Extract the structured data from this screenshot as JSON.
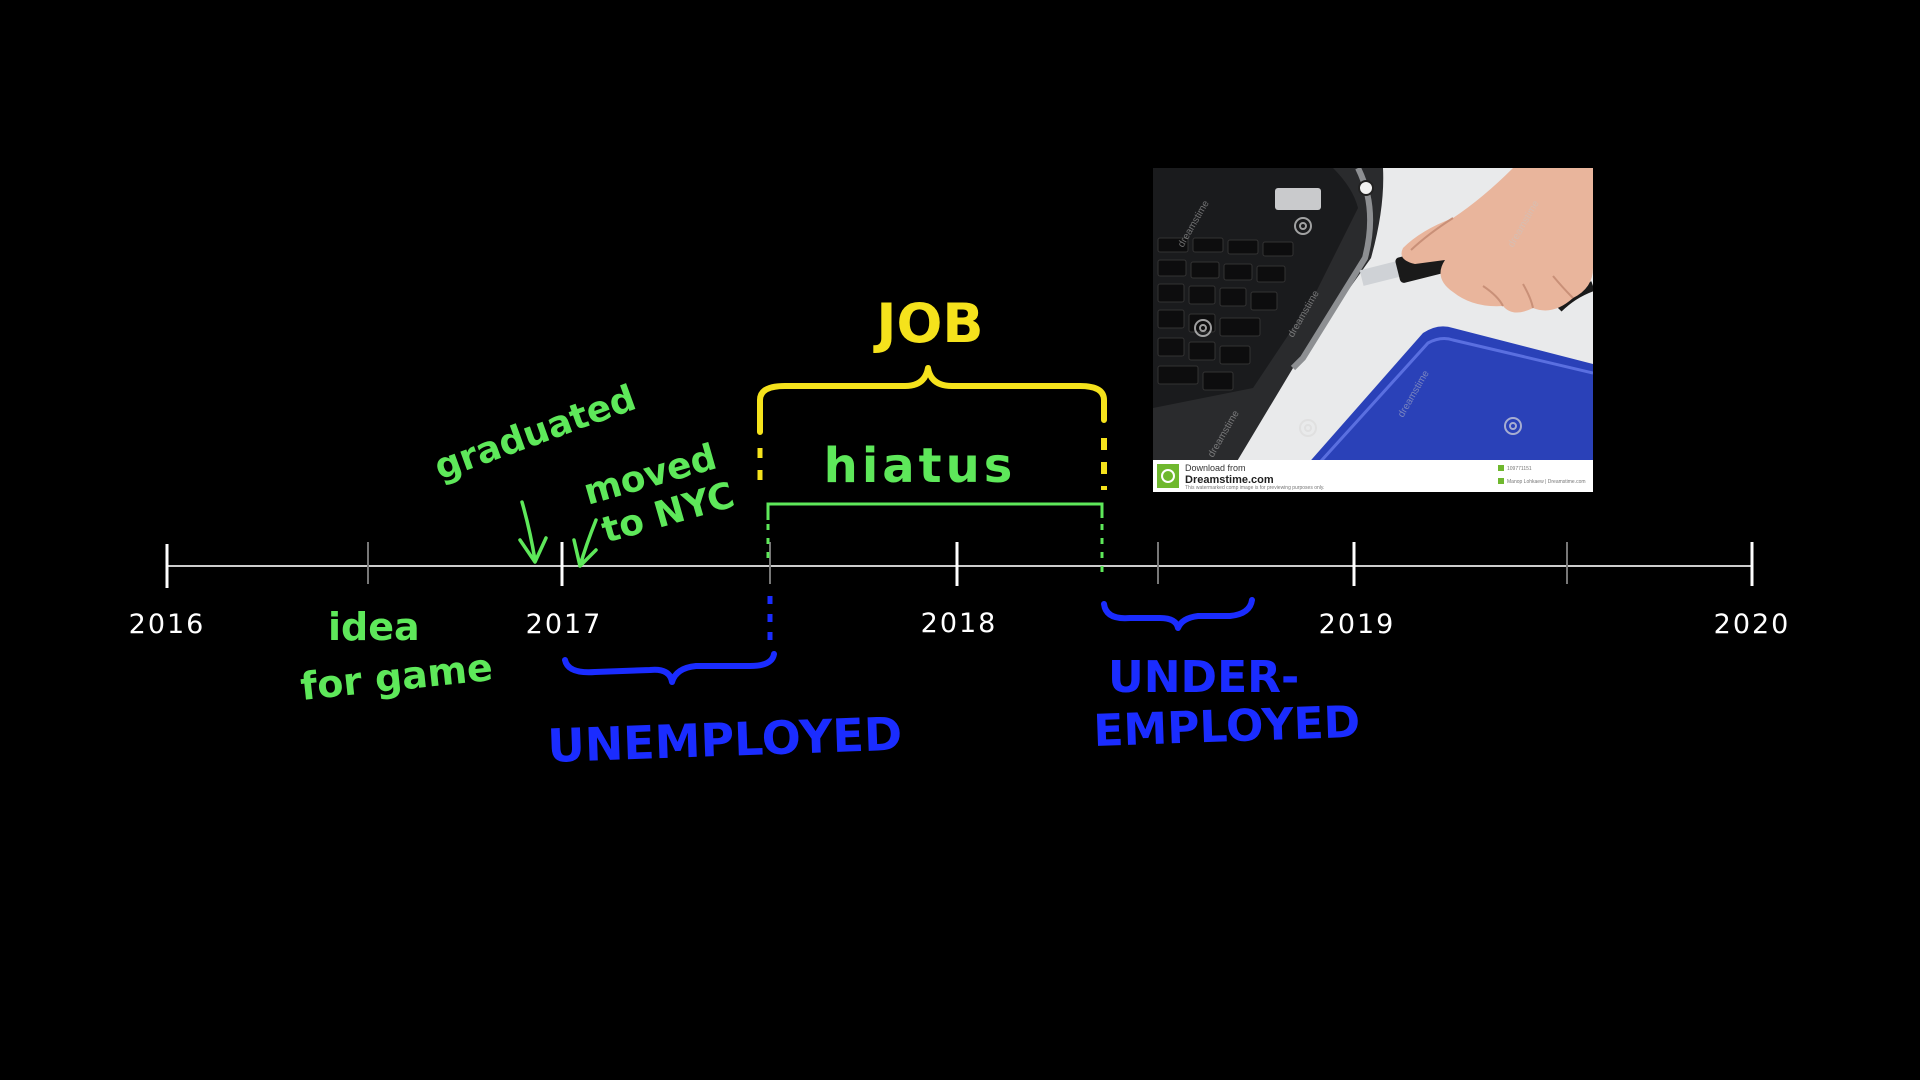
{
  "timeline": {
    "years": [
      "2016",
      "2017",
      "2018",
      "2019",
      "2020"
    ]
  },
  "annotations": {
    "graduated": "graduated",
    "moved": "moved",
    "to_nyc": "to NYC",
    "idea": "idea",
    "for_game": "for game",
    "job": "JOB",
    "hiatus": "hiatus",
    "unemployed": "UNEMPLOYED",
    "under": "UNDER-",
    "employed": "EMPLOYED"
  },
  "photo": {
    "subject": "hand plugging usb cable into laptop next to blue external drive",
    "watermark_line1": "Download from",
    "watermark_line2": "Dreamstime.com",
    "watermark_line3": "This watermarked comp image is for previewing purposes only.",
    "watermark_id": "109771151",
    "watermark_credit": "Manop Lohkaew | Dreamstime.com",
    "repeated_watermark": "dreamstime"
  },
  "colors": {
    "background": "#000000",
    "axis": "#cccccc",
    "green": "#5ee85a",
    "yellow": "#f5e21c",
    "blue": "#1a2cff",
    "white": "#ffffff"
  }
}
